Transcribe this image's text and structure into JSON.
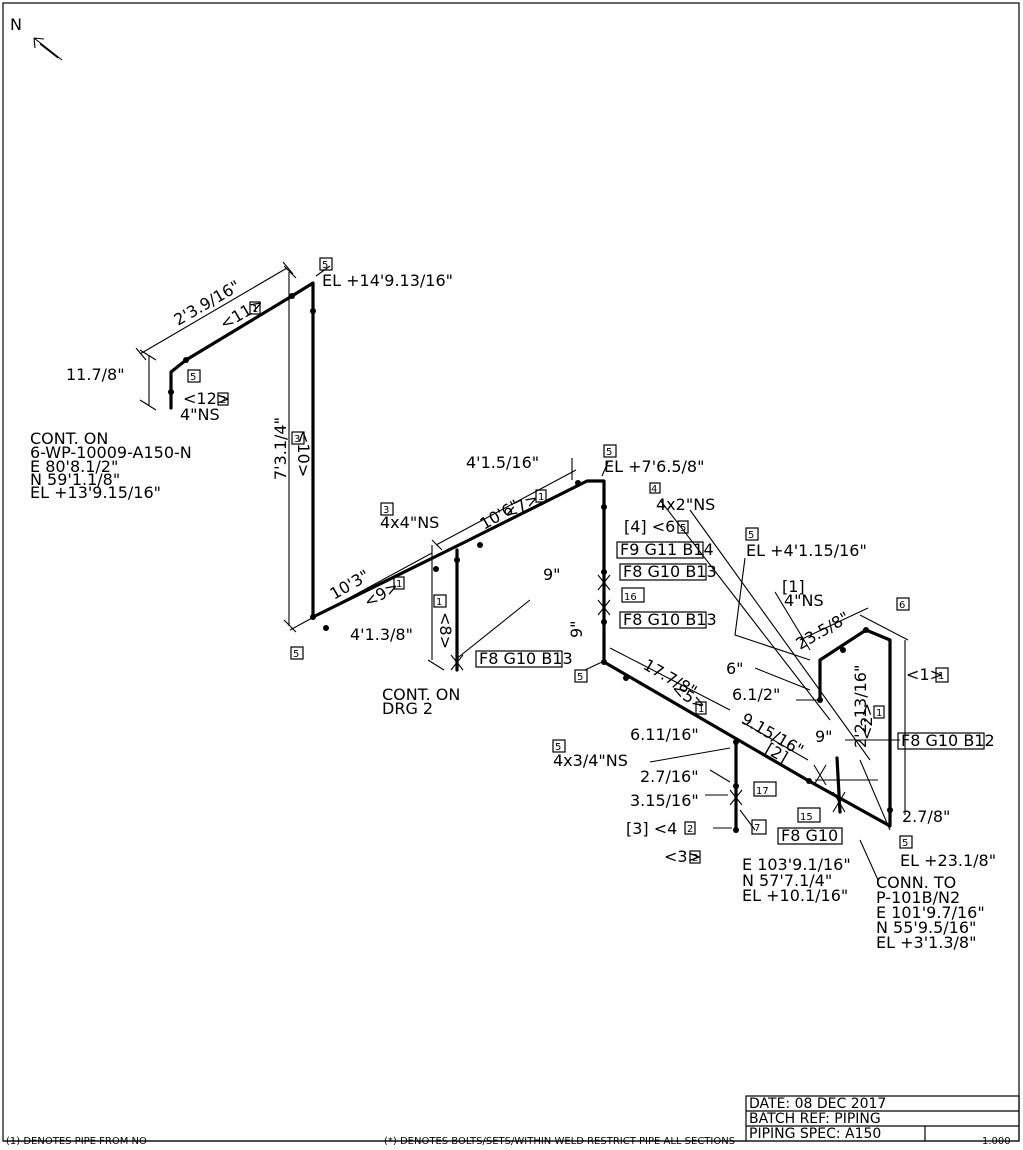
{
  "north_label": "N",
  "elevations": {
    "top": "EL  +14'9.13/16\"",
    "mid": "EL  +7'6.5/8\"",
    "right": "EL  +4'1.15/16\"",
    "bottom_right": "EL  +23.1/8\""
  },
  "tags": {
    "t5a": "5",
    "t5b": "5",
    "t3": "3",
    "t5c": "5",
    "t5d": "5",
    "t4": "4",
    "t5e": "5",
    "t6": "6",
    "t5f": "5",
    "t5g": "5",
    "t16": "16",
    "t15": "15",
    "t7": "7",
    "t17": "17"
  },
  "dims": {
    "d_2_3_9_16": "2'3.9/16\"",
    "d_11_7_8": "11.7/8\"",
    "d_7_3_1_4": "7'3.1/4\"",
    "d_4_1_5_16": "4'1.5/16\"",
    "d_10_6": "10'6\"",
    "d_10_3": "10'3\"",
    "d_4_1_3_8": "4'1.3/8\"",
    "d_9a": "9\"",
    "d_9b": "9\"",
    "d_17_7_8": "17.7/8\"",
    "d_9_15_16": "9.15/16\"",
    "d_6": "6\"",
    "d_6_1_2": "6.1/2\"",
    "d_9c": "9\"",
    "d_23_5_8": "23.5/8\"",
    "d_2_2_13_16": "2'2.13/16\"",
    "d_2_7_8": "2.7/8\"",
    "d_6_11_16": "6.11/16\"",
    "d_2_7_16": "2.7/16\"",
    "d_3_15_16": "3.15/16\""
  },
  "seg_labels": {
    "s11": "<11>",
    "s11b": "1",
    "s12": "<12>",
    "s12b": "2",
    "s10": "<10>",
    "s10b": "3",
    "s7": "<7>",
    "s7b": "1",
    "s9": "<9>",
    "s9b": "1",
    "s8": "<8>",
    "s8b": "1",
    "s5": "<5>",
    "s5b": "1",
    "s1": "<1>",
    "s1b": "1",
    "s2": "<2>",
    "s2b": "1",
    "s4_6": "[4]  <6",
    "s4_6b": "5",
    "s3_4": "[3]  <4",
    "s3_4b": "2",
    "s3": "<3>",
    "s3b": "2",
    "s1_bracket": "[1]",
    "s2_bracket": "[2]"
  },
  "sizes": {
    "ns4a": "4\"NS",
    "ns4x4": "4x4\"NS",
    "ns4x2": "4x2\"NS",
    "ns4b": "4\"NS",
    "ns4x34": "4x3/4\"NS"
  },
  "components": {
    "c1": "F9  G11  B14",
    "c2": "F8  G10  B13",
    "c3": "F8  G10  B13",
    "c4": "F8  G10  B13",
    "c5": "F8  G10  B12",
    "c6": "F8  G10"
  },
  "continuation_1": {
    "lines": [
      "CONT. ON",
      "6-WP-10009-A150-N",
      "E  80'8.1/2\"",
      "N  59'1.1/8\"",
      "EL  +13'9.15/16\""
    ]
  },
  "continuation_2": {
    "lines": [
      "CONT. ON",
      "DRG  2"
    ]
  },
  "coord_block": {
    "lines": [
      "E  103'9.1/16\"",
      "N  57'7.1/4\"",
      "EL  +10.1/16\""
    ]
  },
  "connection": {
    "lines": [
      "CONN.  TO",
      "P-101B/N2",
      "E  101'9.7/16\"",
      "N  55'9.5/16\"",
      "EL  +3'1.3/8\""
    ]
  },
  "title_block": {
    "date": "DATE:  08 DEC  2017",
    "batch": "BATCH  REF:  PIPING",
    "spec": "PIPING  SPEC:  A150"
  },
  "footer": {
    "left": "(1) DENOTES PIPE FROM  NO",
    "mid": "(*) DENOTES BOLTS/SETS/WITHIN WELD  RESTRICT  PIPE  ALL  SECTIONS",
    "right": "1.000"
  }
}
